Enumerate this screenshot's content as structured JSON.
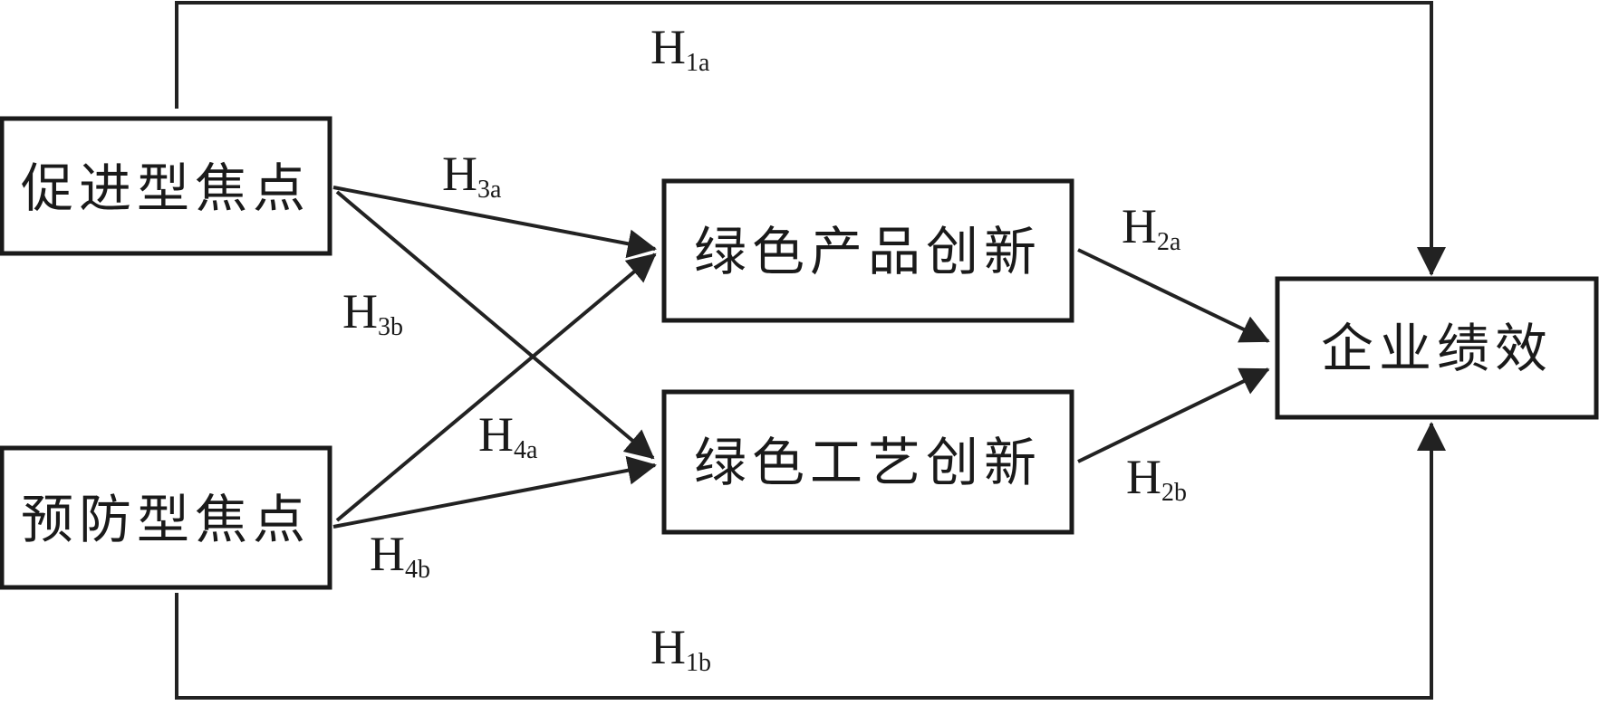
{
  "nodes": {
    "promotion_focus": "促进型焦点",
    "prevention_focus": "预防型焦点",
    "green_product_innovation": "绿色产品创新",
    "green_process_innovation": "绿色工艺创新",
    "firm_performance": "企业绩效"
  },
  "hypotheses": {
    "h1a": {
      "main": "H",
      "sub": "1a"
    },
    "h1b": {
      "main": "H",
      "sub": "1b"
    },
    "h2a": {
      "main": "H",
      "sub": "2a"
    },
    "h2b": {
      "main": "H",
      "sub": "2b"
    },
    "h3a": {
      "main": "H",
      "sub": "3a"
    },
    "h3b": {
      "main": "H",
      "sub": "3b"
    },
    "h4a": {
      "main": "H",
      "sub": "4a"
    },
    "h4b": {
      "main": "H",
      "sub": "4b"
    }
  },
  "colors": {
    "line": "#222222",
    "box_border": "#1a1a1a",
    "text": "#1a1a1a",
    "background": "#ffffff"
  }
}
